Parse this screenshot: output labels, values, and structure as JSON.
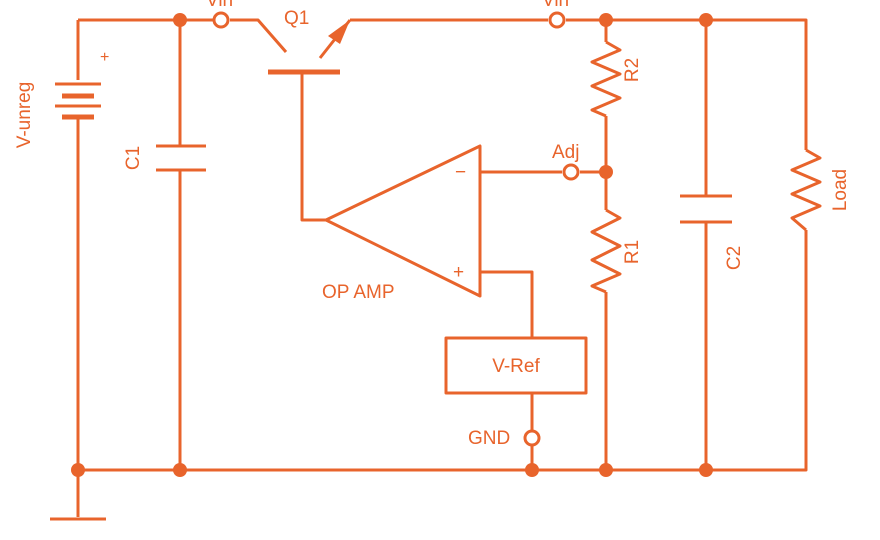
{
  "labels": {
    "vin_left": "Vin",
    "vin_right": "Vin",
    "transistor": "Q1",
    "source": "V-unreg",
    "source_plus": "+",
    "c1": "C1",
    "c2": "C2",
    "r1": "R1",
    "r2": "R2",
    "load": "Load",
    "adj": "Adj",
    "opamp": "OP AMP",
    "opamp_minus": "−",
    "opamp_plus": "+",
    "vref": "V-Ref",
    "gnd": "GND"
  },
  "colors": {
    "wire": "#e8642c",
    "background": "#ffffff"
  }
}
